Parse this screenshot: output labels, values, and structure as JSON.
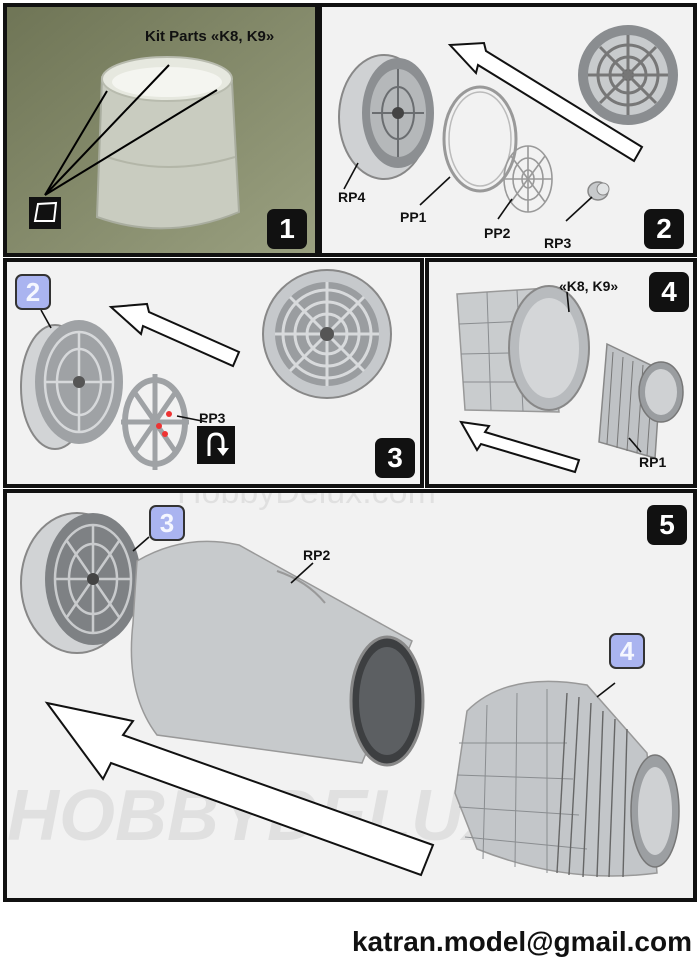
{
  "panel1": {
    "title": "Kit Parts «K8, K9»",
    "step": "1"
  },
  "panel2": {
    "step": "2",
    "labels": {
      "rp4": "RP4",
      "pp1": "PP1",
      "pp2": "PP2",
      "rp3": "RP3"
    }
  },
  "panel3": {
    "step": "3",
    "ref": "2",
    "labels": {
      "pp3": "PP3"
    }
  },
  "panel4": {
    "step": "4",
    "kit": "«K8, K9»",
    "labels": {
      "rp1": "RP1"
    }
  },
  "panel5": {
    "step": "5",
    "ref3": "3",
    "ref4": "4",
    "labels": {
      "rp2": "RP2"
    }
  },
  "watermark": {
    "site": "HobbyDelux.com",
    "brand": "HOBBYDELUX"
  },
  "footer": {
    "email": "katran.model@gmail.com"
  }
}
